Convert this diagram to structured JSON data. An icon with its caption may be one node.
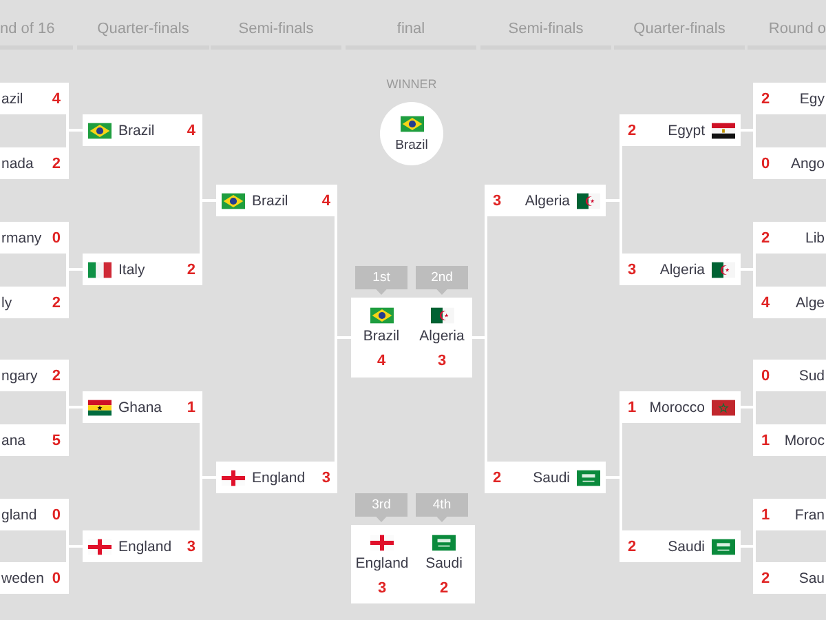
{
  "diagram": {
    "nodes": [
      {
        "text": [
          "azil",
          "4"
        ]
      },
      {
        "text": [
          "nada",
          "2"
        ]
      },
      {
        "text": [
          "rmany",
          "0"
        ]
      },
      {
        "text": [
          "ly",
          "2"
        ]
      },
      {
        "text": [
          "ngary",
          "2"
        ]
      },
      {
        "text": [
          "ana",
          "5"
        ]
      },
      {
        "text": [
          "gland",
          "0"
        ]
      },
      {
        "text": [
          "weden",
          "0"
        ]
      },
      {
        "text": [
          "Brazil",
          "4"
        ]
      },
      {
        "text": [
          "Italy",
          "2"
        ]
      },
      {
        "text": [
          "Ghana",
          "1"
        ]
      },
      {
        "text": [
          "England",
          "3"
        ]
      },
      {
        "text": [
          "Brazil",
          "4"
        ]
      },
      {
        "text": [
          "England",
          "3"
        ]
      },
      {
        "text": [
          "WINNER",
          "Brazil"
        ]
      },
      {
        "text": [
          "1st"
        ]
      },
      {
        "text": [
          "2nd"
        ]
      },
      {
        "text": [
          "Brazil",
          "4",
          "Algeria",
          "3"
        ]
      },
      {
        "text": [
          "3rd"
        ]
      },
      {
        "text": [
          "4th"
        ]
      },
      {
        "text": [
          "England",
          "3",
          "Saudi",
          "2"
        ]
      },
      {
        "text": [
          "3",
          "Algeria"
        ]
      },
      {
        "text": [
          "2",
          "Saudi"
        ]
      },
      {
        "text": [
          "2",
          "Egypt"
        ]
      },
      {
        "text": [
          "3",
          "Algeria"
        ]
      },
      {
        "text": [
          "1",
          "Morocco"
        ]
      },
      {
        "text": [
          "2",
          "Saudi"
        ]
      },
      {
        "text": [
          "2",
          "Egy"
        ]
      },
      {
        "text": [
          "0",
          "Ango"
        ]
      },
      {
        "text": [
          "2",
          "Lib"
        ]
      },
      {
        "text": [
          "4",
          "Alge"
        ]
      },
      {
        "text": [
          "0",
          "Sud"
        ]
      },
      {
        "text": [
          "1",
          "Moroc"
        ]
      },
      {
        "text": [
          "1",
          "Fran"
        ]
      },
      {
        "text": [
          "2",
          "Sau"
        ]
      }
    ],
    "edges": [
      {
        "from": 0,
        "to": 8,
        "arrow": "none"
      },
      {
        "from": 1,
        "to": 8,
        "arrow": "none"
      },
      {
        "from": 2,
        "to": 9,
        "arrow": "none"
      },
      {
        "from": 3,
        "to": 9,
        "arrow": "none"
      },
      {
        "from": 4,
        "to": 10,
        "arrow": "none"
      },
      {
        "from": 5,
        "to": 10,
        "arrow": "none"
      },
      {
        "from": 6,
        "to": 11,
        "arrow": "none"
      },
      {
        "from": 7,
        "to": 11,
        "arrow": "none"
      },
      {
        "from": 8,
        "to": 12,
        "arrow": "none"
      },
      {
        "from": 9,
        "to": 12,
        "arrow": "none"
      },
      {
        "from": 10,
        "to": 13,
        "arrow": "none"
      },
      {
        "from": 11,
        "to": 13,
        "arrow": "none"
      },
      {
        "from": 12,
        "to": 17,
        "arrow": "none"
      },
      {
        "from": 13,
        "to": 17,
        "arrow": "none"
      },
      {
        "from": 21,
        "to": 17,
        "arrow": "none"
      },
      {
        "from": 22,
        "to": 17,
        "arrow": "none"
      },
      {
        "from": 23,
        "to": 21,
        "arrow": "none"
      },
      {
        "from": 24,
        "to": 21,
        "arrow": "none"
      },
      {
        "from": 25,
        "to": 22,
        "arrow": "none"
      },
      {
        "from": 26,
        "to": 22,
        "arrow": "none"
      },
      {
        "from": 27,
        "to": 23,
        "arrow": "none"
      },
      {
        "from": 28,
        "to": 23,
        "arrow": "none"
      },
      {
        "from": 29,
        "to": 24,
        "arrow": "none"
      },
      {
        "from": 30,
        "to": 24,
        "arrow": "none"
      },
      {
        "from": 31,
        "to": 25,
        "arrow": "none"
      },
      {
        "from": 32,
        "to": 25,
        "arrow": "none"
      },
      {
        "from": 33,
        "to": 26,
        "arrow": "none"
      },
      {
        "from": 34,
        "to": 26,
        "arrow": "none"
      }
    ],
    "labels": [
      "nd of 16",
      "Quarter-finals",
      "Semi-finals",
      "final",
      "Semi-finals",
      "Quarter-finals",
      "Round o"
    ]
  }
}
